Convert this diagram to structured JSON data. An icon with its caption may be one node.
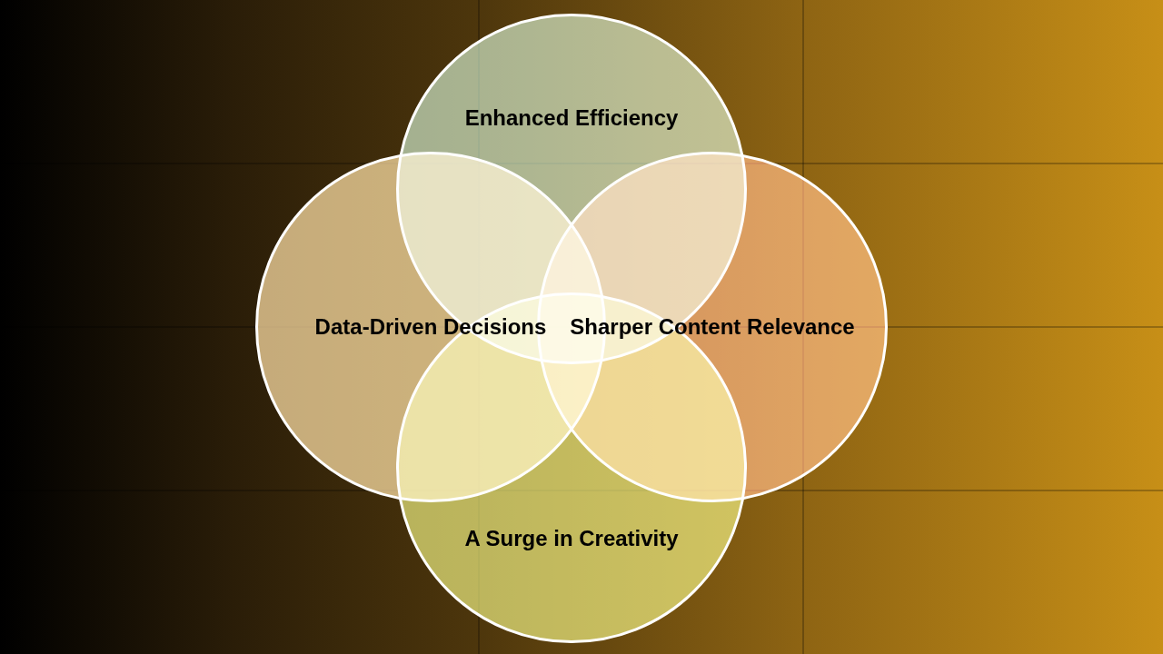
{
  "diagram": {
    "nodes": [
      {
        "text": [
          "Enhanced Efficiency"
        ]
      },
      {
        "text": [
          "Data-Driven Decisions"
        ]
      },
      {
        "text": [
          "Sharper Content Relevance"
        ]
      },
      {
        "text": [
          "A Surge in Creativity"
        ]
      }
    ]
  }
}
